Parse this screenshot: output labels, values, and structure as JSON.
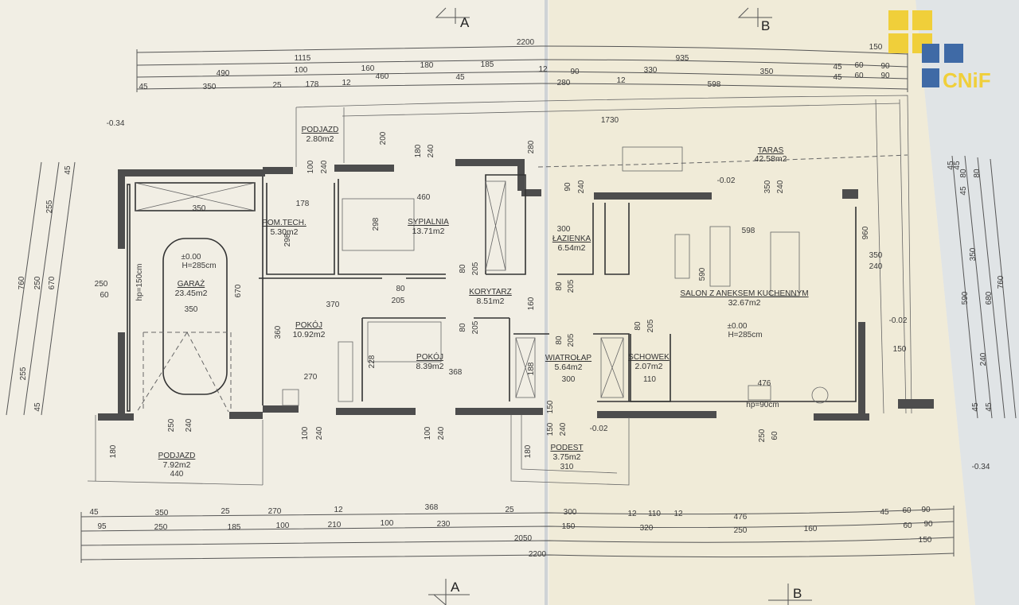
{
  "logo": {
    "text": "CNiF",
    "yellow": "#f0cf3a",
    "blue": "#3f6aa6"
  },
  "sections": {
    "a": "A",
    "b": "B"
  },
  "levels": {
    "outside": "-0.34",
    "terrace": "-0.02",
    "floor": "±0.00",
    "height": "H=285cm",
    "garage_window": "hp=150cm",
    "kitchen_window": "hp=90cm"
  },
  "rooms": [
    {
      "name": "PODJAZD",
      "area": "2.80m2"
    },
    {
      "name": "POM.TECH.",
      "area": "5.30m2"
    },
    {
      "name": "SYPIALNIA",
      "area": "13.71m2"
    },
    {
      "name": "GARAŻ",
      "area": "23.45m2"
    },
    {
      "name": "POKÓJ",
      "area": "10.92m2"
    },
    {
      "name": "KORYTARZ",
      "area": "8.51m2"
    },
    {
      "name": "ŁAZIENKA",
      "area": "6.54m2"
    },
    {
      "name": "SALON Z ANEKSEM KUCHENNYM",
      "area": "32.67m2"
    },
    {
      "name": "TARAS",
      "area": "42.58m2"
    },
    {
      "name": "POKÓJ",
      "area": "8.39m2"
    },
    {
      "name": "WIATROŁAP",
      "area": "5.64m2"
    },
    {
      "name": "SCHOWEK",
      "area": "2.07m2"
    },
    {
      "name": "PODEST",
      "area": "3.75m2"
    },
    {
      "name": "PODJAZD",
      "area": "7.92m2"
    }
  ],
  "dims_top": {
    "total": "2200",
    "row1": [
      "1115",
      "935",
      "150"
    ],
    "row2": [
      "490",
      "100",
      "160",
      "180",
      "185",
      "12",
      "90",
      "330",
      "350",
      "45",
      "60",
      "90"
    ],
    "row3": [
      "45",
      "350",
      "25",
      "178",
      "12",
      "460",
      "45",
      "280",
      "12",
      "598",
      "45",
      "60",
      "90"
    ]
  },
  "dims_bottom": {
    "row1": [
      "45",
      "350",
      "25",
      "270",
      "12",
      "368",
      "25",
      "300",
      "12",
      "110",
      "12",
      "476",
      "45",
      "60",
      "90"
    ],
    "row2": [
      "95",
      "250",
      "185",
      "100",
      "210",
      "100",
      "230",
      "150",
      "320",
      "250",
      "160",
      "60",
      "90"
    ],
    "row3": [
      "2050",
      "150"
    ],
    "total": "2200"
  },
  "dims_left": [
    "760",
    "255",
    "250",
    "255",
    "45",
    "670",
    "45"
  ],
  "dims_right": [
    "45",
    "45",
    "45",
    "80",
    "80",
    "350",
    "590",
    "680",
    "760",
    "240",
    "45",
    "45"
  ],
  "dims_inner": {
    "terrace_width": "1730",
    "garage_width": "350",
    "garage_width2": "350",
    "garage_depth": "670",
    "garage_window": [
      "250",
      "60"
    ],
    "garage_door": [
      "250",
      "240"
    ],
    "podjazd_depth": "180",
    "podjazd_width": "440",
    "tech_width": "178",
    "tech_depth": "298",
    "bedroom_width": "460",
    "bedroom_depth": "298",
    "bedroom_window": [
      "180",
      "240"
    ],
    "entry_window": [
      "100",
      "240"
    ],
    "room_width": "370",
    "room_depth": "360",
    "room_width2": "270",
    "room2_width": "368",
    "room2_depth": "228",
    "window_a": [
      "100",
      "240"
    ],
    "window_b": [
      "100",
      "240"
    ],
    "door_a": [
      "80",
      "205"
    ],
    "door_b": [
      "80",
      "205"
    ],
    "door_c": [
      "80",
      "205"
    ],
    "door_d": [
      "80",
      "205"
    ],
    "door_e": [
      "80",
      "205"
    ],
    "door_f": [
      "80",
      "205"
    ],
    "bath_width": "300",
    "bath_window": [
      "90",
      "240"
    ],
    "salon_width": "598",
    "salon_depth": "590",
    "salon_height": "960",
    "salon_window_top": [
      "350",
      "240"
    ],
    "salon_window_side": [
      "350",
      "240"
    ],
    "vest_width": "300",
    "vest_depth": "188",
    "schowek_width": "110",
    "kitchen_width": "476",
    "kitchen_window": [
      "250",
      "60"
    ],
    "entry_door": [
      "150",
      "240"
    ],
    "podest_width": "310",
    "podest_depth": "180",
    "side_terrace": "150",
    "col200": "200",
    "col280": "280",
    "col160": "160",
    "col150": "150"
  }
}
